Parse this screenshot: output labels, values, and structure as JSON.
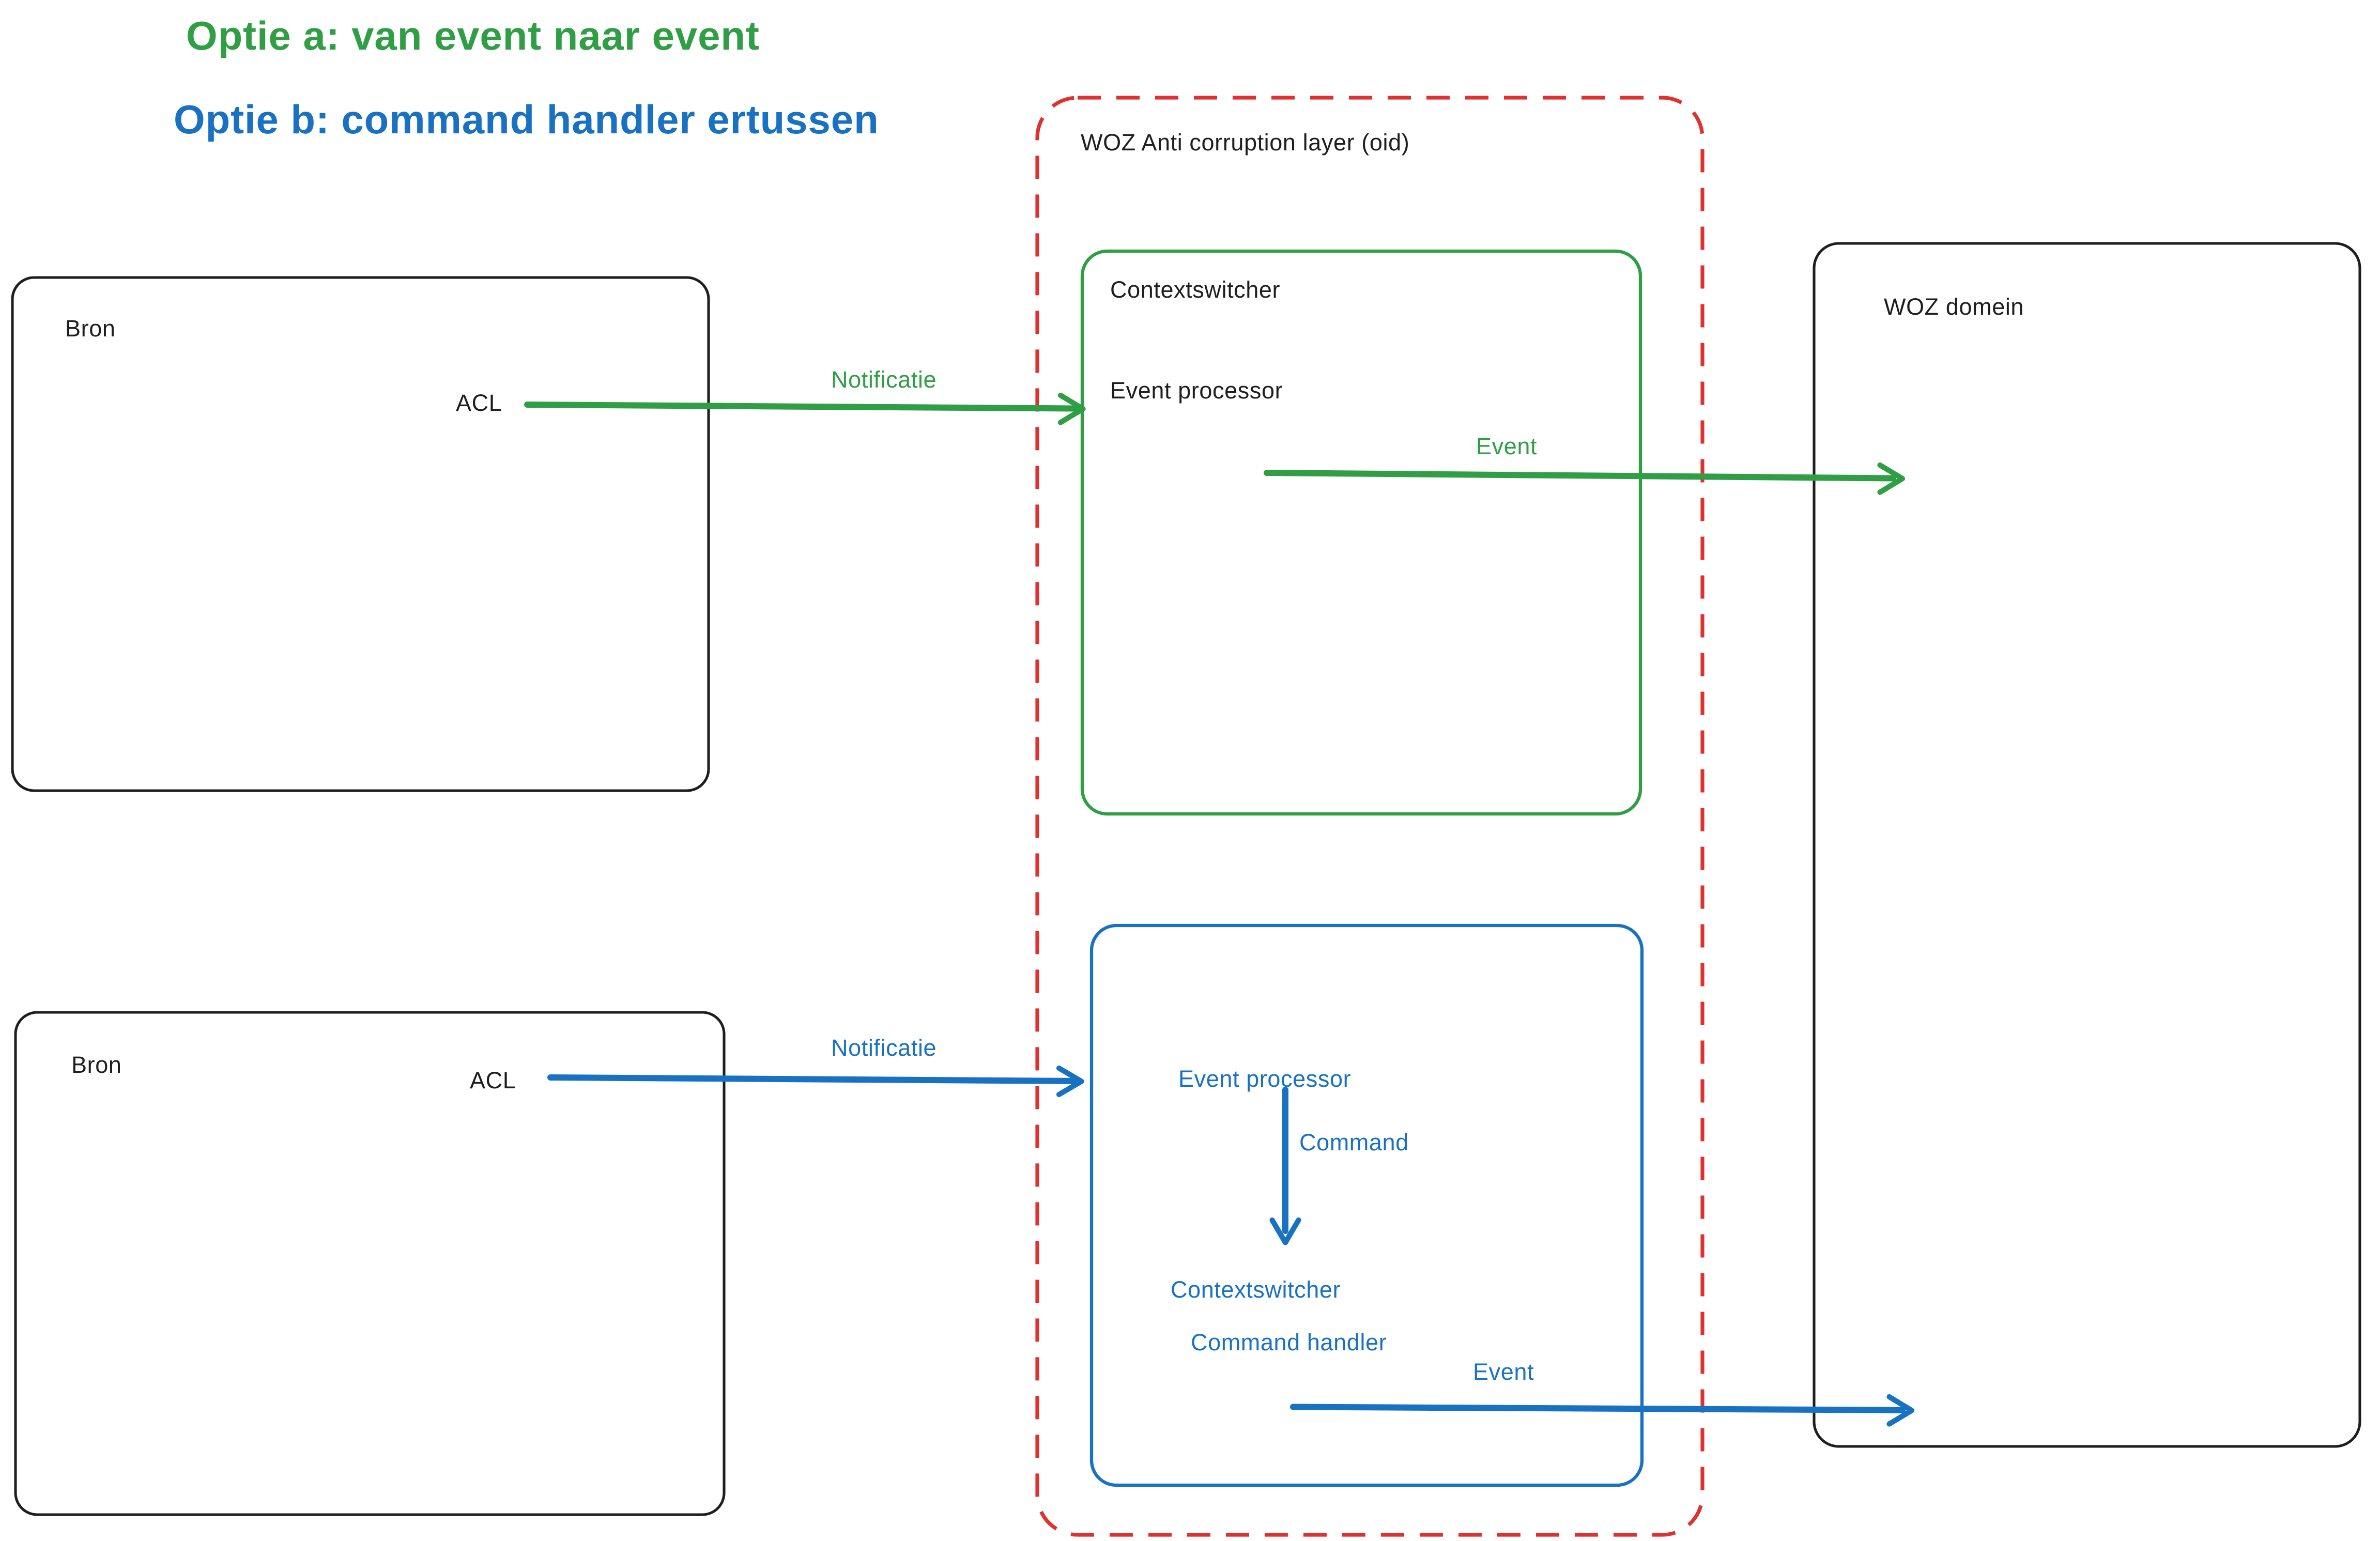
{
  "colors": {
    "background": "#ffffff",
    "black": "#1e1e1e",
    "green": "#2f9e44",
    "blue": "#1971c2",
    "red": "#e03131"
  },
  "titles": {
    "option_a": "Optie a: van event naar event",
    "option_b": "Optie b: command handler ertussen"
  },
  "bron_top": {
    "title": "Bron",
    "acl": "ACL"
  },
  "bron_bottom": {
    "title": "Bron",
    "acl": "ACL"
  },
  "acl_layer": {
    "title": "WOZ Anti corruption layer (oid)"
  },
  "option_a_box": {
    "contextswitcher": "Contextswitcher",
    "event_processor": "Event processor"
  },
  "option_b_box": {
    "event_processor": "Event processor",
    "contextswitcher": "Contextswitcher",
    "command_handler": "Command handler"
  },
  "woz_domain": {
    "title": "WOZ domein"
  },
  "arrows": {
    "option_a_notificatie": "Notificatie",
    "option_a_event": "Event",
    "option_b_notificatie": "Notificatie",
    "option_b_command": "Command",
    "option_b_event": "Event"
  }
}
